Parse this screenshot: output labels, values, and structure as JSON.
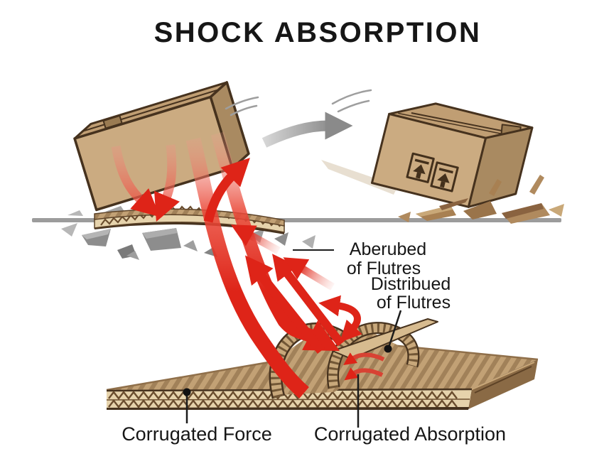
{
  "title": "SHOCK ABSORPTION",
  "labels": {
    "absorbed": {
      "line1": "Aberubed",
      "line2": "of Flutres"
    },
    "distributed": {
      "line1": "Distribued",
      "line2": "of Flutres"
    },
    "corrugated_force": "Corrugated Force",
    "corrugated_absorption": "Corrugated Absorption"
  },
  "icons": {
    "falling_box": "cardboard-box-tilted-falling",
    "protected_box": "cardboard-box-landing-safe",
    "this_way_up": "this-way-up-shipping-mark",
    "transition_arrow": "gray-curved-arrow-right",
    "force_arrows": "red-impact-arrows",
    "corrugated_sheet": "double-wall-corrugated-board"
  },
  "colors": {
    "background": "#ffffff",
    "text": "#161616",
    "red": "#de2418",
    "red_light": "#f5a69c",
    "cardboard_light": "#cbab81",
    "cardboard_mid": "#a98a61",
    "cardboard_top": "#c09e73",
    "cardboard_dark": "#8a6a45",
    "cardboard_outline": "#46321e",
    "flute_fill": "#e6d3ac",
    "flute_line": "#6b4e2f",
    "stripe_base": "#c2a175",
    "stripe_dark": "#997952",
    "ground_gray": "#9c9c9c",
    "debris_gray": "#8d8d8d",
    "arrow_gray": "#8a8a8a"
  }
}
